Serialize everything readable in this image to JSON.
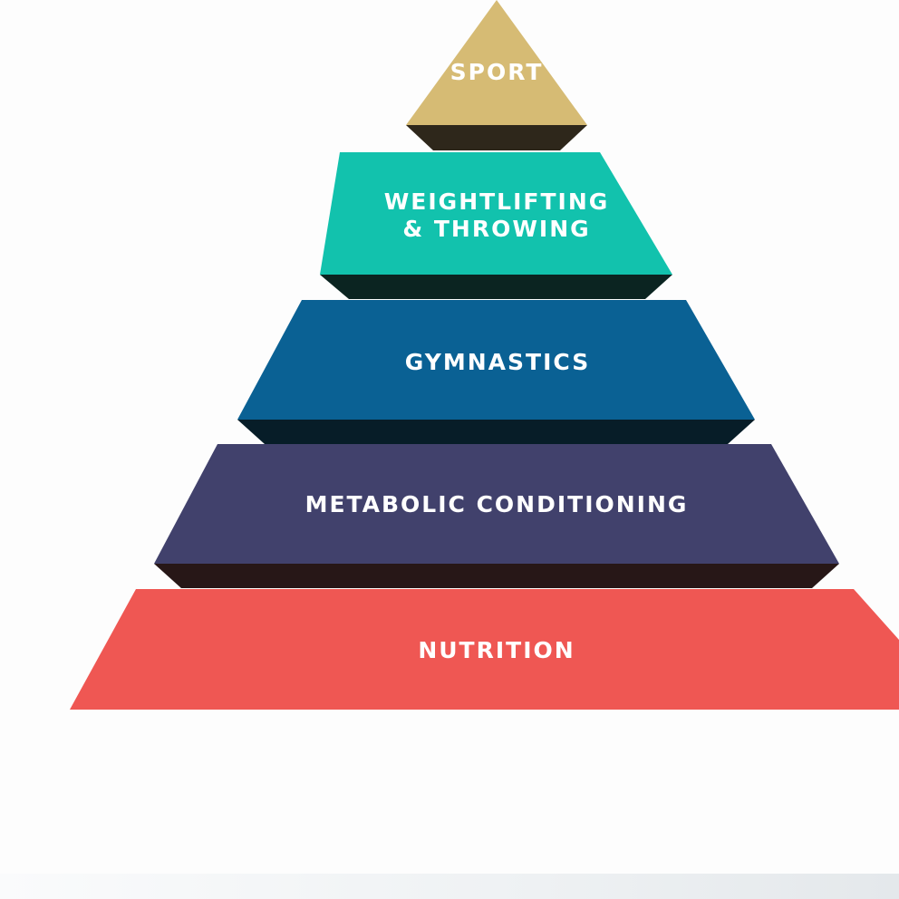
{
  "diagram": {
    "type": "pyramid",
    "levels": [
      {
        "label": "SPORT",
        "color": "#d6bb74",
        "shadow": "#2e271b"
      },
      {
        "label_lines": [
          "WEIGHTLIFTING",
          "& THROWING"
        ],
        "color": "#12c2ad",
        "shadow": "#0b2421"
      },
      {
        "label": "GYMNASTICS",
        "color": "#0a6194",
        "shadow": "#071d28"
      },
      {
        "label": "METABOLIC CONDITIONING",
        "color": "#41416c",
        "shadow": "#271717"
      },
      {
        "label": "NUTRITION",
        "color": "#ef5753"
      }
    ]
  }
}
